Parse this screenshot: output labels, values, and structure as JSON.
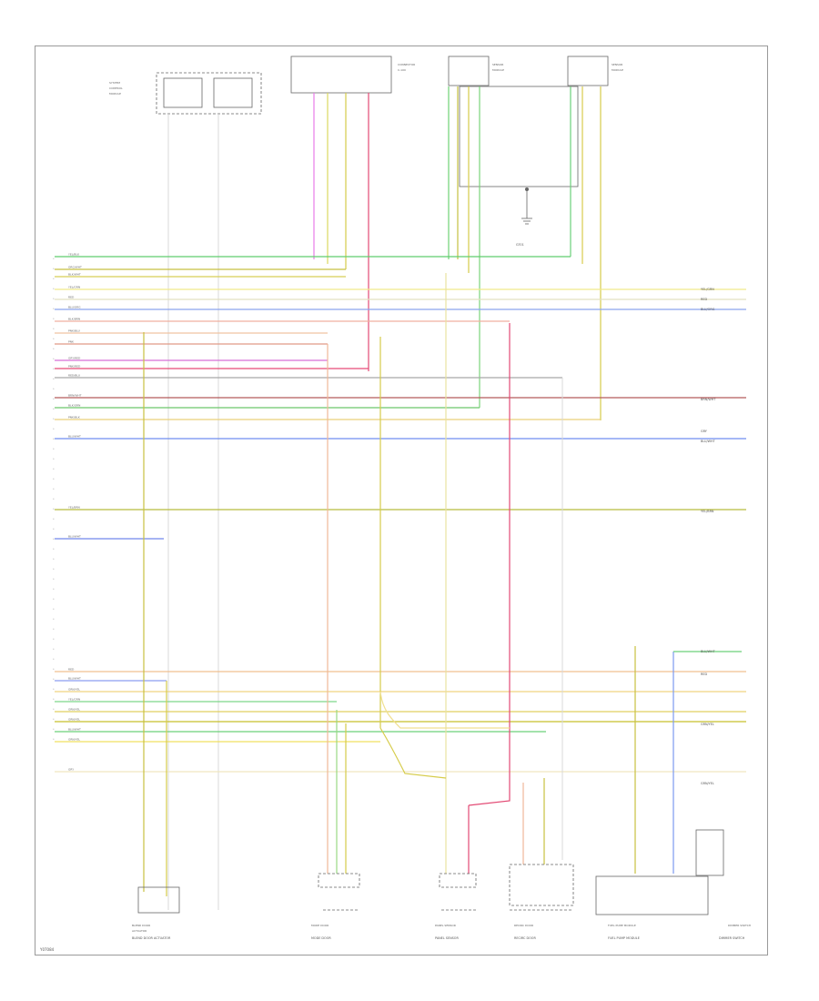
{
  "diagram": {
    "footer_code": "Y07084",
    "components": {
      "blend_door_actuator": "BLEND DOOR ACTUATOR",
      "mode_door": "MODE DOOR",
      "panel_sensor": "PANEL SENSOR",
      "recirc_door": "RECIRC DOOR",
      "ground": "G?01",
      "fuel_pump_module": "FUEL PUMP MODULE",
      "dimmer_switch": "DIMMER SWITCH"
    },
    "bus_wires": [
      {
        "code": "YEL/BLK",
        "color": "#5fce6e"
      },
      {
        "code": "ORG/WHT",
        "color": "#c8c040"
      },
      {
        "code": "BLK/WHT",
        "color": "#d8cf56"
      },
      {
        "code": "YEL/GRN",
        "color": "#f1e98a"
      },
      {
        "code": "RED",
        "color": "#e2e0c0"
      },
      {
        "code": "BLU/ORG",
        "color": "#8aa3ee"
      },
      {
        "code": "BLK/BRN",
        "color": "#f0b0a0"
      },
      {
        "code": "PNK/BLU",
        "color": "#f0c4a2"
      },
      {
        "code": "PNK",
        "color": "#e09a88"
      },
      {
        "code": "GRY/RED",
        "color": "#d66fd8"
      },
      {
        "code": "PNK/RED",
        "color": "#e64b77"
      },
      {
        "code": "RED/BLU",
        "color": "#a8a8a8"
      },
      {
        "code": "BRN/WHT",
        "color": "#b55a5a"
      },
      {
        "code": "BLK/GRN",
        "color": "#6cc86a"
      },
      {
        "code": "PNK/BLK",
        "color": "#e9d17a"
      },
      {
        "code": "BLU/WHT",
        "color": "#6f8ef0"
      },
      {
        "code": "YEL/BRN",
        "color": "#b7bc3e"
      },
      {
        "code": "BLU/WHT",
        "color": "#7087ec"
      }
    ],
    "lower_wires": [
      {
        "code": "RED",
        "color": "#f0c090"
      },
      {
        "code": "BLU/WHT",
        "color": "#8c9df0"
      },
      {
        "code": "GRN/YEL",
        "color": "#f0d480"
      },
      {
        "code": "YEL/GRN",
        "color": "#7ed88a"
      },
      {
        "code": "GRN/YEL",
        "color": "#e0d060"
      },
      {
        "code": "GRN/YEL",
        "color": "#c8c02c"
      },
      {
        "code": "BLU/WHT",
        "color": "#6cd07a"
      },
      {
        "code": "GRN/YEL",
        "color": "#f0e060"
      },
      {
        "code": "GRY",
        "color": "#f0e8c0"
      }
    ],
    "right_labels": {
      "r1": "YEL/GRN",
      "r2": "RED",
      "r3": "BLU/ORG",
      "r4": "BRN/WHT",
      "r5": "GRY",
      "r6": "BLU/WHT",
      "r7": "YEL/BRN",
      "r8": "BLU/WHT",
      "r9": "RED",
      "r10": "GRN/YEL",
      "r11": "GRN/YEL"
    }
  }
}
